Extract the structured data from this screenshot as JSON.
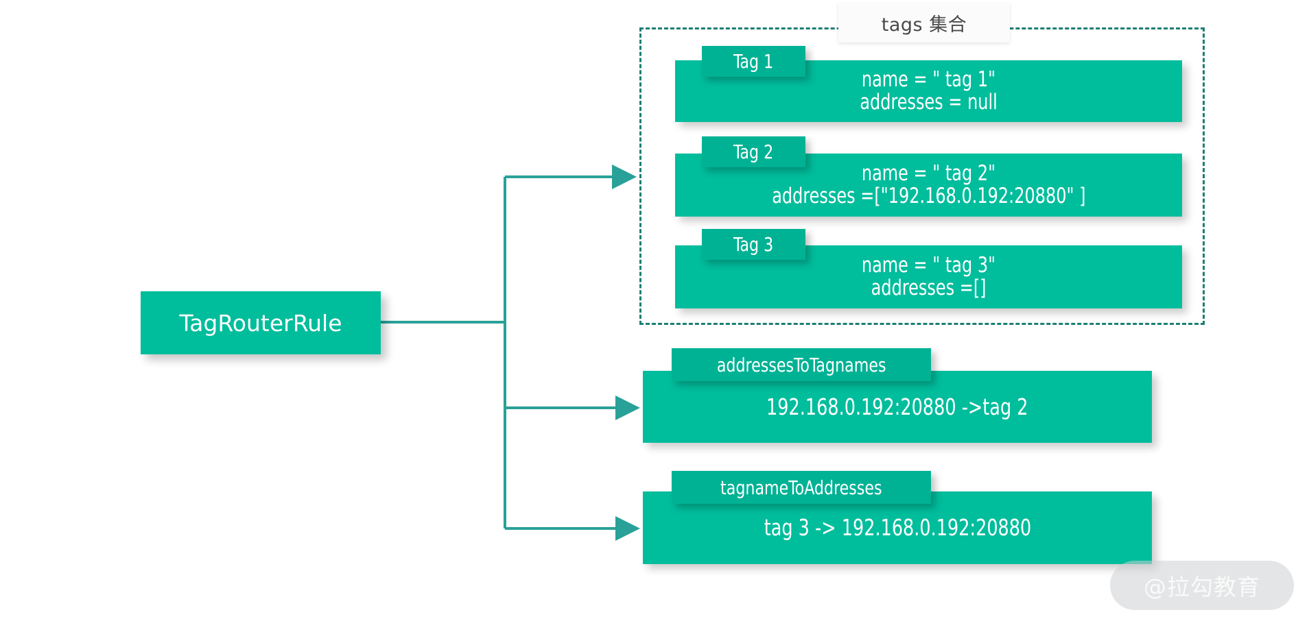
{
  "diagram": {
    "root": {
      "label": "TagRouterRule"
    },
    "group": {
      "title": "tags 集合"
    },
    "tags": [
      {
        "tab": "Tag 1",
        "line1": "name = \" tag 1\"",
        "line2": "addresses = null"
      },
      {
        "tab": "Tag 2",
        "line1": "name = \" tag 2\"",
        "line2": "addresses =[\"192.168.0.192:20880\" ]"
      },
      {
        "tab": "Tag 3",
        "line1": "name = \" tag 3\"",
        "line2": "addresses =[]"
      }
    ],
    "maps": [
      {
        "tab": "addressesToTagnames",
        "line1": "192.168.0.192:20880 ->tag 2"
      },
      {
        "tab": "tagnameToAddresses",
        "line1": "tag 3 -> 192.168.0.192:20880"
      }
    ],
    "watermark": {
      "text": "@拉勾教育"
    },
    "colors": {
      "card_fill": "#00bd9c",
      "tab_fill": "#00b294",
      "frame_dash": "#1b7f72",
      "connector": "#2aa198",
      "text_on_card": "#ffffff",
      "group_title_text": "#4a4a4a",
      "background": "#ffffff"
    }
  }
}
